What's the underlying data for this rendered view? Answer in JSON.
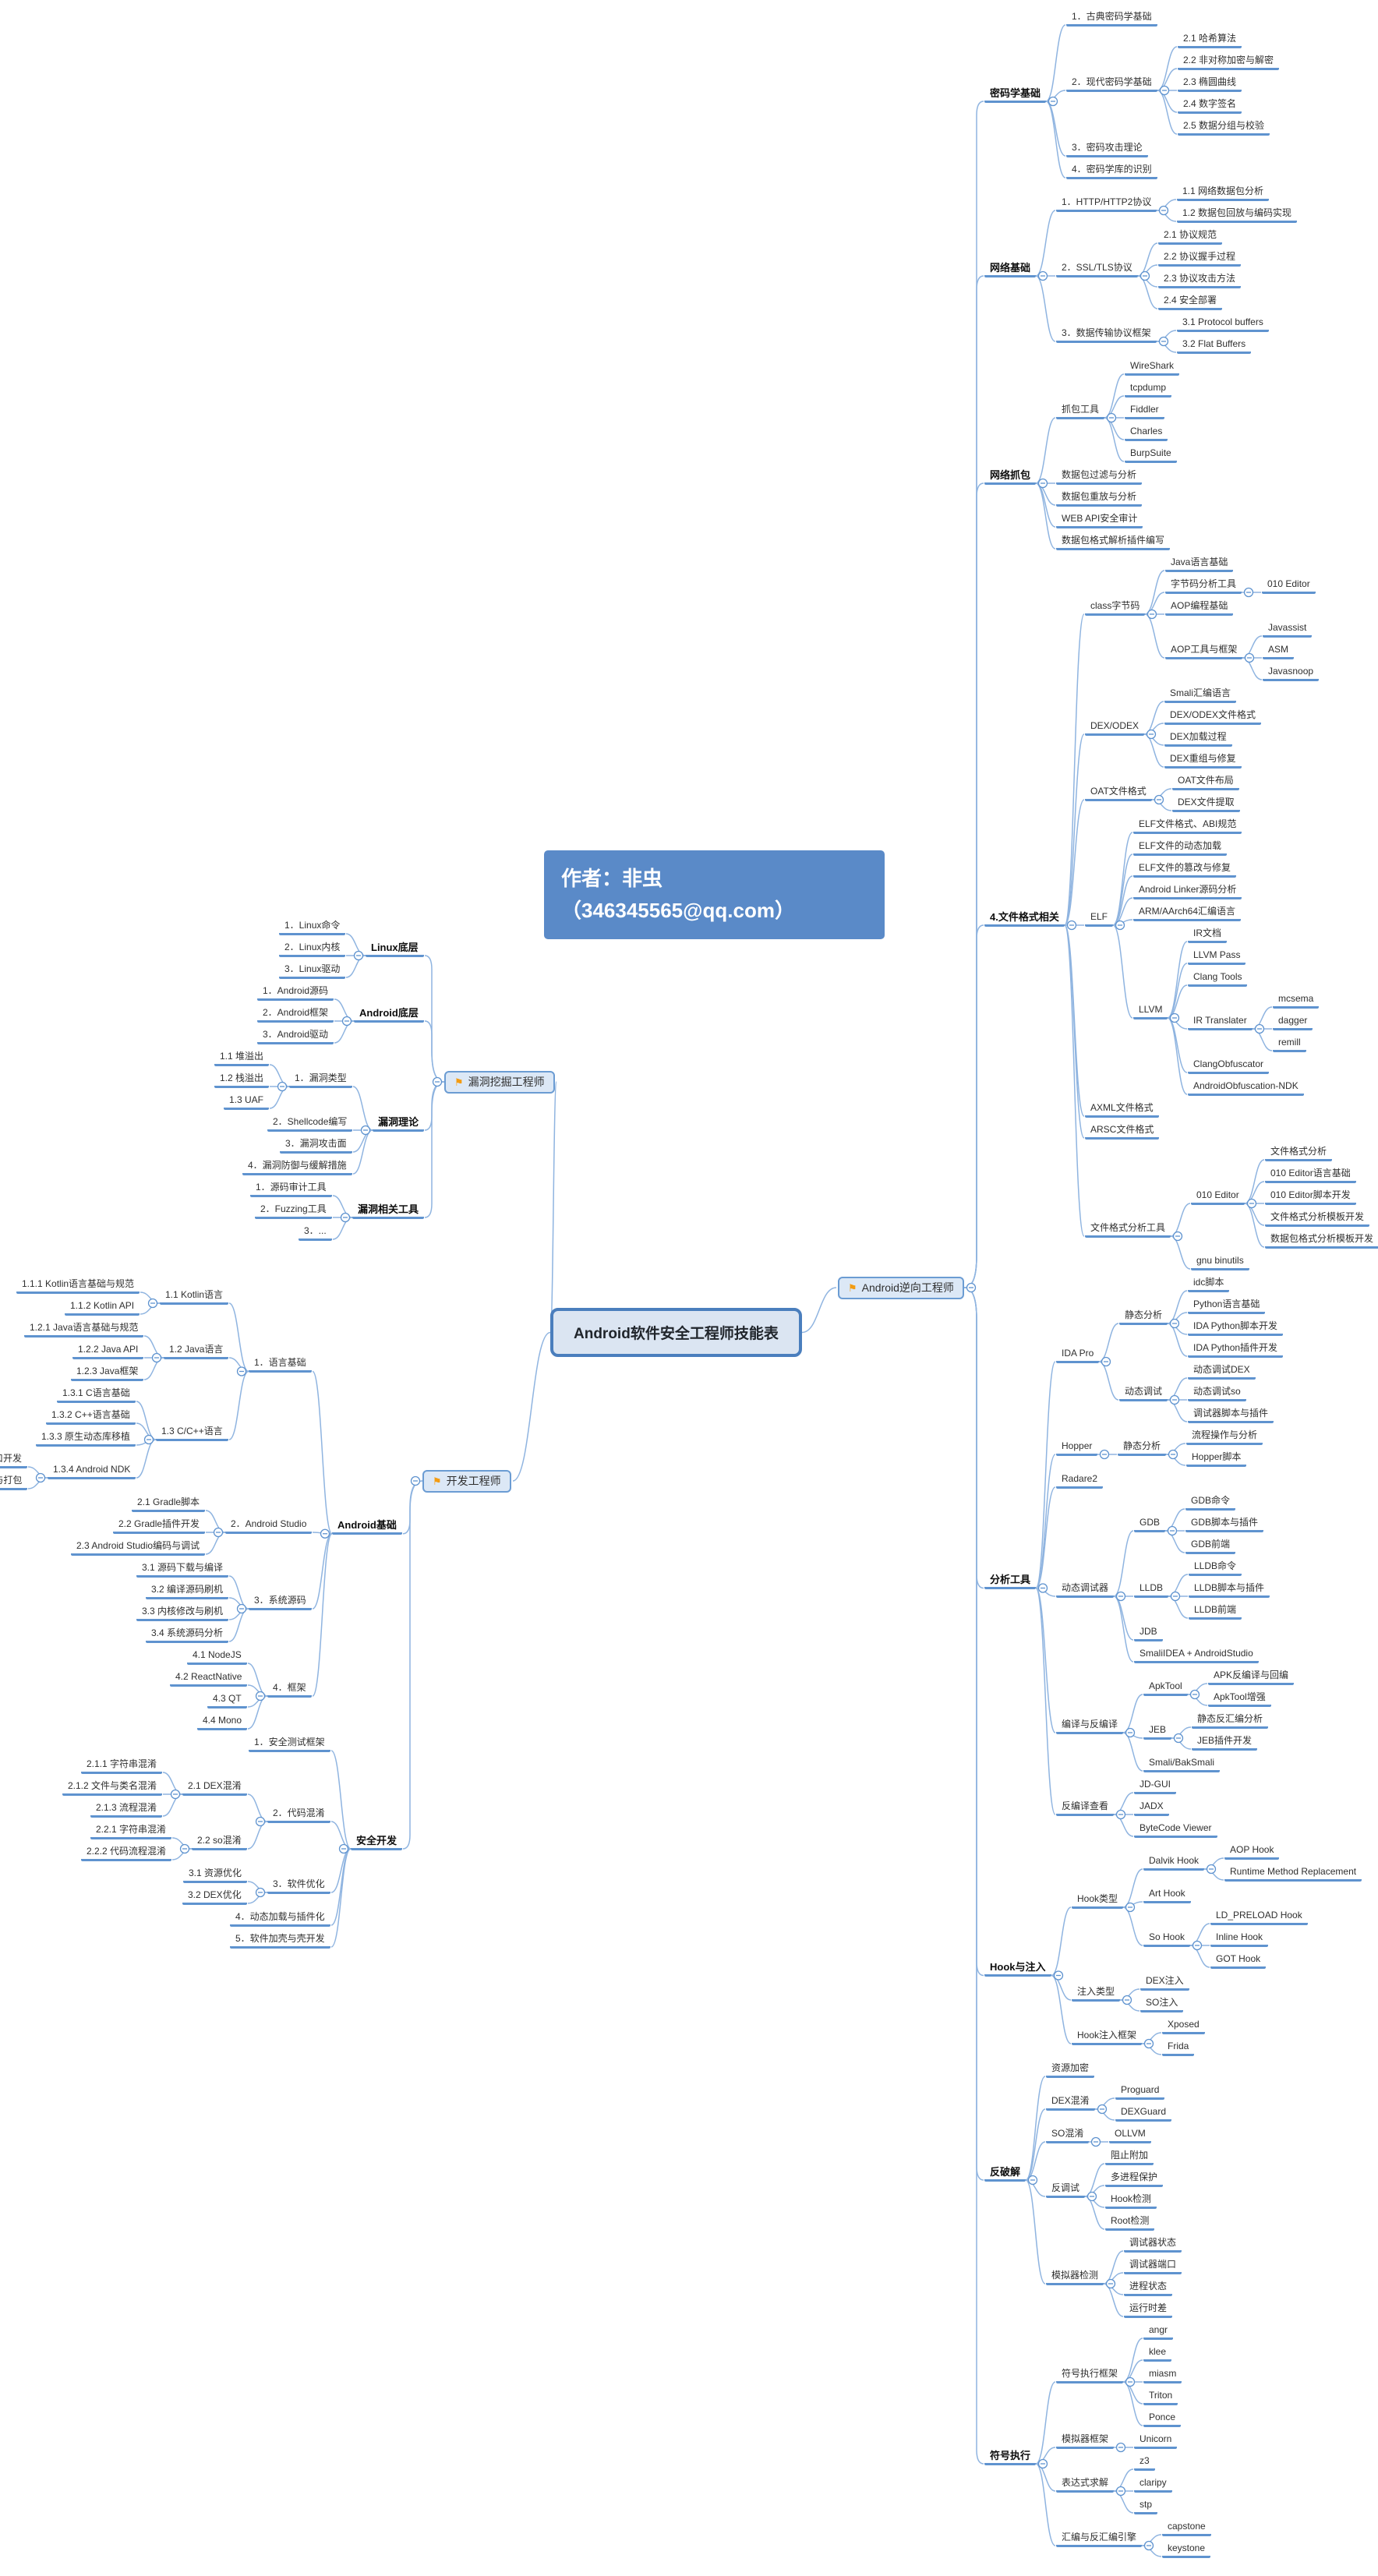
{
  "map": {
    "center": "Android软件安全工程师技能表",
    "author": {
      "line1": "作者：非虫",
      "line2": "（346345565@qq.com）"
    },
    "colors": {
      "node_underline": "#5f93cf",
      "connector": "#8fb4e0",
      "flag": "#f39c12",
      "branch_fill": "#dce8f6",
      "branch_border": "#6b9cd3",
      "central_fill": "#dbe5f2",
      "central_border": "#4a7ebd",
      "author_bg": "#5a8ac8"
    },
    "right": {
      "t": "Android逆向工程师",
      "flag": true,
      "c": [
        {
          "t": "密码学基础",
          "b": 1,
          "c": [
            "1．古典密码学基础",
            {
              "t": "2．现代密码学基础",
              "c": [
                "2.1 哈希算法",
                "2.2 非对称加密与解密",
                "2.3 椭圆曲线",
                "2.4 数字签名",
                "2.5 数据分组与校验"
              ]
            },
            "3．密码攻击理论",
            "4．密码学库的识别"
          ]
        },
        {
          "t": "网络基础",
          "b": 1,
          "c": [
            {
              "t": "1．HTTP/HTTP2协议",
              "c": [
                "1.1 网络数据包分析",
                "1.2 数据包回放与编码实现"
              ]
            },
            {
              "t": "2．SSL/TLS协议",
              "c": [
                "2.1 协议规范",
                "2.2 协议握手过程",
                "2.3 协议攻击方法",
                "2.4 安全部署"
              ]
            },
            {
              "t": "3．数据传输协议框架",
              "c": [
                "3.1 Protocol buffers",
                "3.2 Flat Buffers"
              ]
            }
          ]
        },
        {
          "t": "网络抓包",
          "b": 1,
          "c": [
            {
              "t": "抓包工具",
              "c": [
                "WireShark",
                "tcpdump",
                "Fiddler",
                "Charles",
                "BurpSuite"
              ]
            },
            "数据包过滤与分析",
            "数据包重放与分析",
            "WEB API安全审计",
            "数据包格式解析插件编写"
          ]
        },
        {
          "t": "4.文件格式相关",
          "b": 1,
          "c": [
            {
              "t": "class字节码",
              "c": [
                "Java语言基础",
                {
                  "t": "字节码分析工具",
                  "c": [
                    "010 Editor"
                  ]
                },
                "AOP编程基础",
                {
                  "t": "AOP工具与框架",
                  "c": [
                    "Javassist",
                    "ASM",
                    "Javasnoop"
                  ]
                }
              ]
            },
            {
              "t": "DEX/ODEX",
              "c": [
                "Smali汇编语言",
                "DEX/ODEX文件格式",
                "DEX加载过程",
                "DEX重组与修复"
              ]
            },
            {
              "t": "OAT文件格式",
              "c": [
                "OAT文件布局",
                "DEX文件提取"
              ]
            },
            {
              "t": "ELF",
              "c": [
                "ELF文件格式、ABI规范",
                "ELF文件的动态加载",
                "ELF文件的篡改与修复",
                "Android Linker源码分析",
                "ARM/AArch64汇编语言",
                {
                  "t": "LLVM",
                  "c": [
                    "IR文档",
                    "LLVM Pass",
                    "Clang Tools",
                    {
                      "t": "IR Translater",
                      "c": [
                        "mcsema",
                        "dagger",
                        "remill"
                      ]
                    },
                    "ClangObfuscator",
                    "AndroidObfuscation-NDK"
                  ]
                }
              ]
            },
            "AXML文件格式",
            "ARSC文件格式",
            {
              "t": "文件格式分析工具",
              "c": [
                {
                  "t": "010 Editor",
                  "c": [
                    "文件格式分析",
                    "010 Editor语言基础",
                    "010 Editor脚本开发",
                    "文件格式分析模板开发",
                    "数据包格式分析模板开发"
                  ]
                },
                "gnu binutils"
              ]
            }
          ]
        },
        {
          "t": "分析工具",
          "b": 1,
          "c": [
            {
              "t": "IDA Pro",
              "c": [
                {
                  "t": "静态分析",
                  "c": [
                    "idc脚本",
                    "Python语言基础",
                    "IDA Python脚本开发",
                    "IDA Python插件开发"
                  ]
                },
                {
                  "t": "动态调试",
                  "c": [
                    "动态调试DEX",
                    "动态调试so",
                    "调试器脚本与插件"
                  ]
                }
              ]
            },
            {
              "t": "Hopper",
              "c": [
                {
                  "t": "静态分析",
                  "c": [
                    "流程操作与分析",
                    "Hopper脚本"
                  ]
                }
              ]
            },
            "Radare2",
            {
              "t": "动态调试器",
              "c": [
                {
                  "t": "GDB",
                  "c": [
                    "GDB命令",
                    "GDB脚本与插件",
                    "GDB前端"
                  ]
                },
                {
                  "t": "LLDB",
                  "c": [
                    "LLDB命令",
                    "LLDB脚本与插件",
                    "LLDB前端"
                  ]
                },
                "JDB",
                "SmaliIDEA + AndroidStudio"
              ]
            },
            {
              "t": "编译与反编译",
              "c": [
                {
                  "t": "ApkTool",
                  "c": [
                    "APK反编译与回编",
                    "ApkTool增强"
                  ]
                },
                {
                  "t": "JEB",
                  "c": [
                    "静态反汇编分析",
                    "JEB插件开发"
                  ]
                },
                "Smali/BakSmali"
              ]
            },
            {
              "t": "反编译查看",
              "c": [
                "JD-GUI",
                "JADX",
                "ByteCode Viewer"
              ]
            }
          ]
        },
        {
          "t": "Hook与注入",
          "b": 1,
          "c": [
            {
              "t": "Hook类型",
              "c": [
                {
                  "t": "Dalvik Hook",
                  "c": [
                    "AOP Hook",
                    "Runtime Method Replacement"
                  ]
                },
                "Art Hook",
                {
                  "t": "So Hook",
                  "c": [
                    "LD_PRELOAD Hook",
                    "Inline Hook",
                    "GOT Hook"
                  ]
                }
              ]
            },
            {
              "t": "注入类型",
              "c": [
                "DEX注入",
                "SO注入"
              ]
            },
            {
              "t": "Hook注入框架",
              "c": [
                "Xposed",
                "Frida"
              ]
            }
          ]
        },
        {
          "t": "反破解",
          "b": 1,
          "c": [
            "资源加密",
            {
              "t": "DEX混淆",
              "c": [
                "Proguard",
                "DEXGuard"
              ]
            },
            {
              "t": "SO混淆",
              "c": [
                "OLLVM"
              ]
            },
            {
              "t": "反调试",
              "c": [
                "阻止附加",
                "多进程保护",
                "Hook检测",
                "Root检测"
              ]
            },
            {
              "t": "模拟器检测",
              "c": [
                "调试器状态",
                "调试器端口",
                "进程状态",
                "运行时差"
              ]
            }
          ]
        },
        {
          "t": "符号执行",
          "b": 1,
          "c": [
            {
              "t": "符号执行框架",
              "c": [
                "angr",
                "klee",
                "miasm",
                "Triton",
                "Ponce"
              ]
            },
            {
              "t": "模拟器框架",
              "c": [
                "Unicorn"
              ]
            },
            {
              "t": "表达式求解",
              "c": [
                "z3",
                "claripy",
                "stp"
              ]
            },
            {
              "t": "汇编与反汇编引擎",
              "c": [
                "capstone",
                "keystone"
              ]
            }
          ]
        }
      ]
    },
    "left": [
      {
        "t": "漏洞挖掘工程师",
        "flag": true,
        "c": [
          {
            "t": "Linux底层",
            "b": 1,
            "c": [
              "1．Linux命令",
              "2．Linux内核",
              "3．Linux驱动"
            ]
          },
          {
            "t": "Android底层",
            "b": 1,
            "c": [
              "1．Android源码",
              "2．Android框架",
              "3．Android驱动"
            ]
          },
          {
            "t": "漏洞理论",
            "b": 1,
            "c": [
              {
                "t": "1．漏洞类型",
                "c": [
                  "1.1 堆溢出",
                  "1.2 栈溢出",
                  "1.3 UAF"
                ]
              },
              "2．Shellcode编写",
              "3．漏洞攻击面",
              "4．漏洞防御与缓解措施"
            ]
          },
          {
            "t": "漏洞相关工具",
            "b": 1,
            "c": [
              "1．源码审计工具",
              "2．Fuzzing工具",
              "3．..."
            ]
          }
        ]
      },
      {
        "t": "开发工程师",
        "flag": true,
        "c": [
          {
            "t": "Android基础",
            "b": 1,
            "c": [
              {
                "t": "1．语言基础",
                "c": [
                  {
                    "t": "1.1 Kotlin语言",
                    "c": [
                      "1.1.1 Kotlin语言基础与规范",
                      "1.1.2 Kotlin API"
                    ]
                  },
                  {
                    "t": "1.2 Java语言",
                    "c": [
                      "1.2.1 Java语言基础与规范",
                      "1.2.2 Java API",
                      "1.2.3 Java框架"
                    ]
                  },
                  {
                    "t": "1.3 C/C++语言",
                    "c": [
                      "1.3.1 C语言基础",
                      "1.3.2 C++语言基础",
                      "1.3.3 原生动态库移植",
                      {
                        "t": "1.3.4 Android NDK",
                        "c": [
                          "JNI接口开发",
                          "NDK编译与打包"
                        ]
                      }
                    ]
                  }
                ]
              },
              {
                "t": "2．Android Studio",
                "c": [
                  "2.1 Gradle脚本",
                  "2.2 Gradle插件开发",
                  "2.3 Android Studio编码与调试"
                ]
              },
              {
                "t": "3．系统源码",
                "c": [
                  "3.1 源码下载与编译",
                  "3.2 编译源码刷机",
                  "3.3 内核修改与刷机",
                  "3.4 系统源码分析"
                ]
              },
              {
                "t": "4．框架",
                "c": [
                  "4.1 NodeJS",
                  "4.2 ReactNative",
                  "4.3 QT",
                  "4.4 Mono"
                ]
              }
            ]
          },
          {
            "t": "安全开发",
            "b": 1,
            "c": [
              "1．安全测试框架",
              {
                "t": "2．代码混淆",
                "c": [
                  {
                    "t": "2.1 DEX混淆",
                    "c": [
                      "2.1.1 字符串混淆",
                      "2.1.2 文件与类名混淆",
                      "2.1.3 流程混淆"
                    ]
                  },
                  {
                    "t": "2.2 so混淆",
                    "c": [
                      "2.2.1 字符串混淆",
                      "2.2.2 代码流程混淆"
                    ]
                  }
                ]
              },
              {
                "t": "3．软件优化",
                "c": [
                  "3.1 资源优化",
                  "3.2 DEX优化"
                ]
              },
              "4．动态加载与插件化",
              "5．软件加壳与壳开发"
            ]
          }
        ]
      }
    ]
  }
}
